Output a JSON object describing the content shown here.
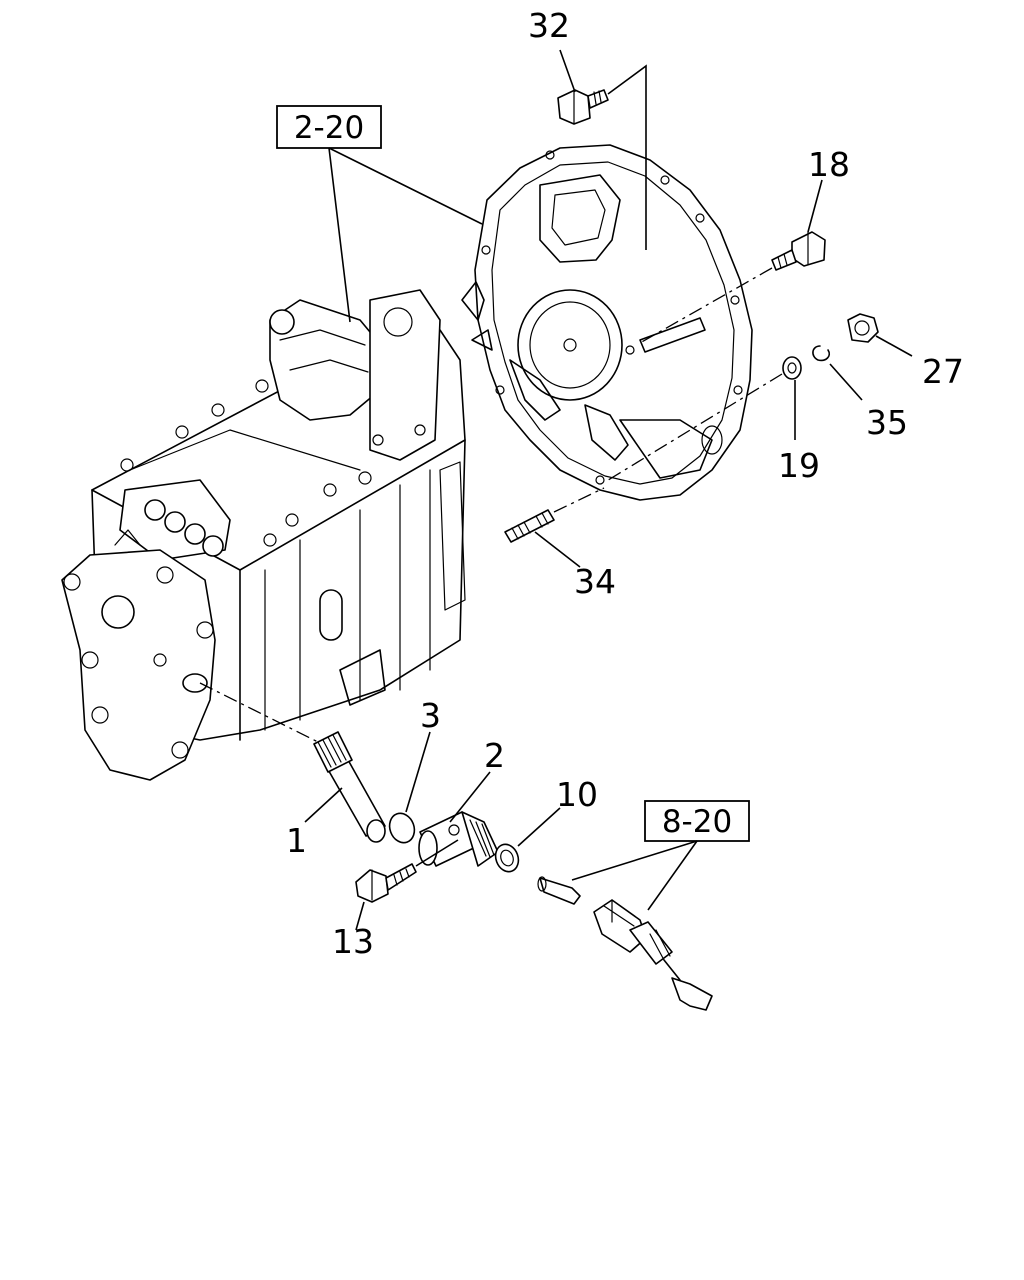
{
  "callouts": [
    {
      "id": "c32",
      "label": "32"
    },
    {
      "id": "c18",
      "label": "18"
    },
    {
      "id": "c27",
      "label": "27"
    },
    {
      "id": "c35",
      "label": "35"
    },
    {
      "id": "c19",
      "label": "19"
    },
    {
      "id": "c34",
      "label": "34"
    },
    {
      "id": "c3",
      "label": "3"
    },
    {
      "id": "c2",
      "label": "2"
    },
    {
      "id": "c10",
      "label": "10"
    },
    {
      "id": "c1",
      "label": "1"
    },
    {
      "id": "c13",
      "label": "13"
    }
  ],
  "reference_boxes": [
    {
      "id": "ref-2-20",
      "label": "2-20"
    },
    {
      "id": "ref-8-20",
      "label": "8-20"
    }
  ],
  "parts": [
    "transmission-case-assembly",
    "clutch-housing",
    "speedometer-driven-gear",
    "sleeve",
    "o-ring",
    "bolt-32",
    "bolt-18",
    "nut-27",
    "lock-washer-35",
    "washer-19",
    "stud-34",
    "oil-seal-10",
    "bolt-13",
    "speed-sensor",
    "pin"
  ]
}
